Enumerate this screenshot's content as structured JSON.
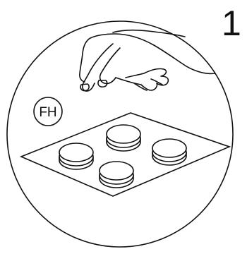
{
  "step_number": "1",
  "badge_label": "FH",
  "pad_count": 4,
  "colors": {
    "stroke": "#111111",
    "fill": "#ffffff"
  },
  "icons": {
    "hand": "hand-icon",
    "felt-pad": "felt-pad-icon",
    "sheet": "pad-sheet-icon"
  }
}
